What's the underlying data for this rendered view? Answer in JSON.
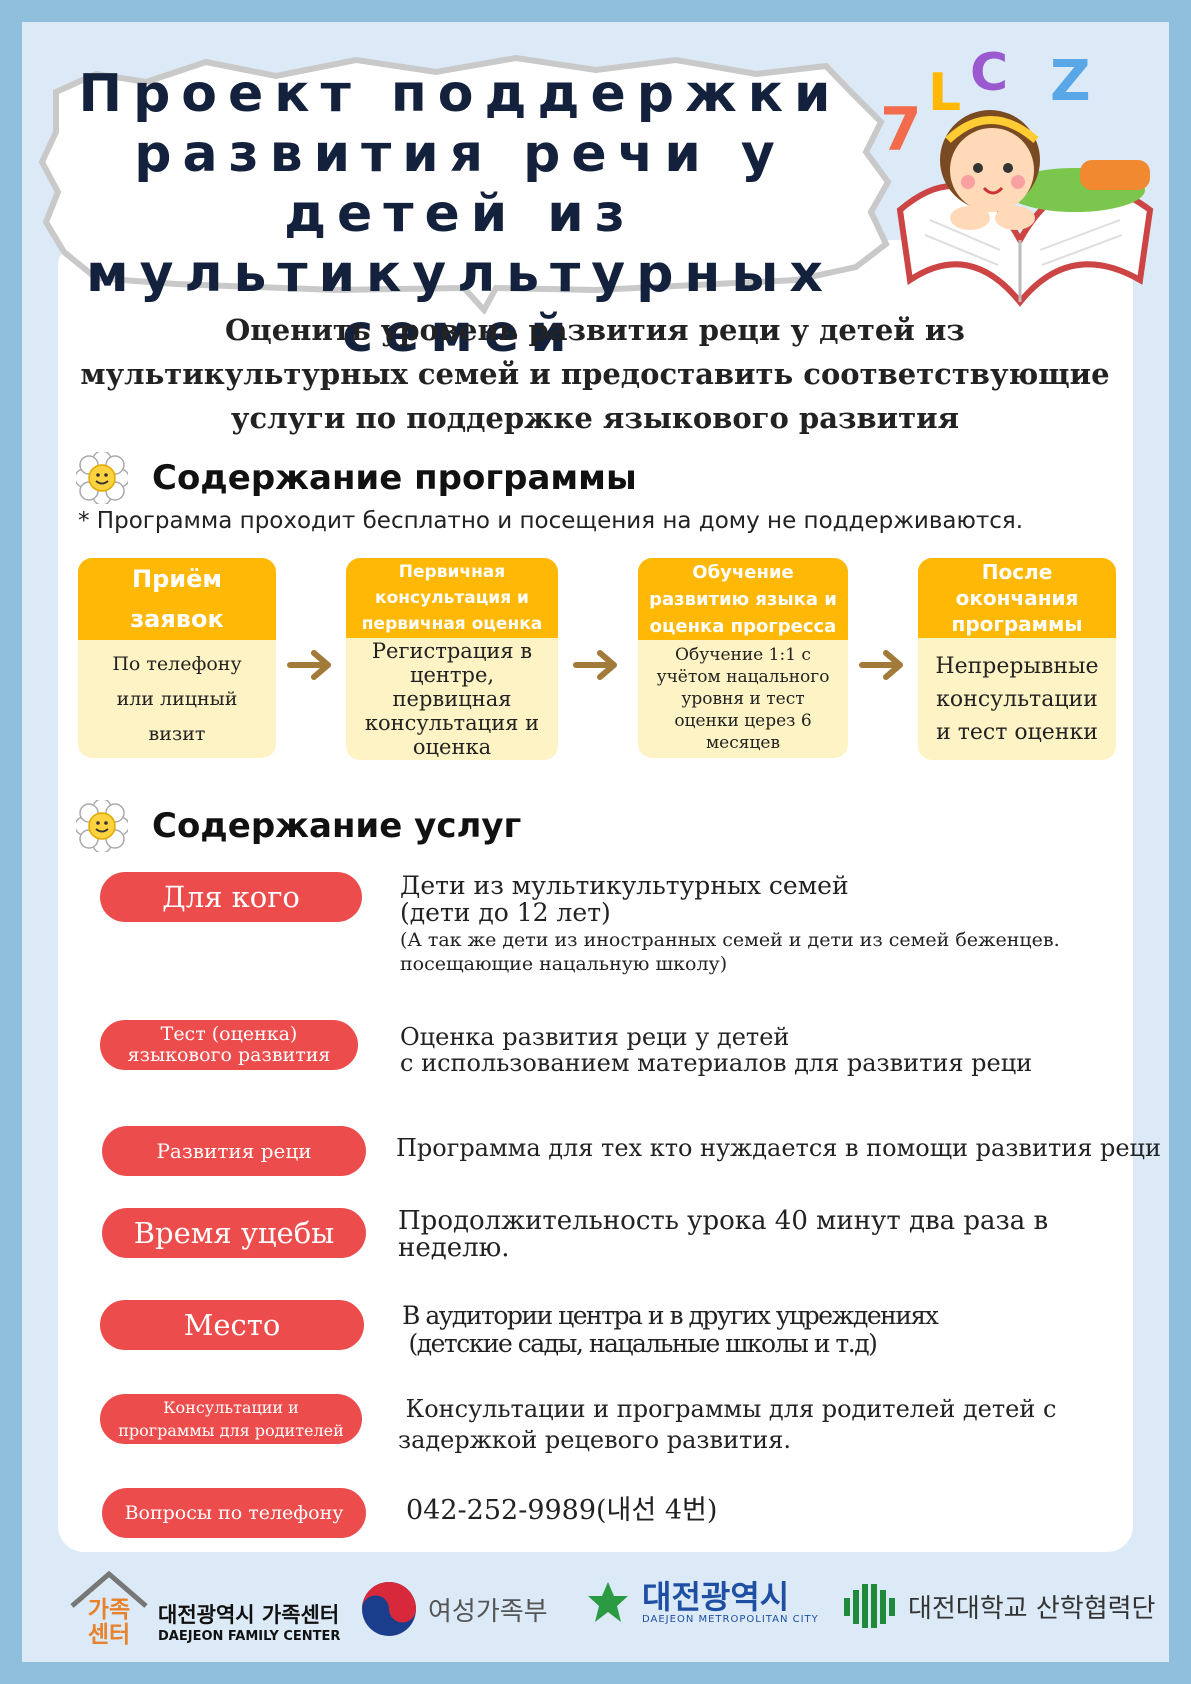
{
  "title": "Проект поддержки развития речи у детей из мультикультурных семей",
  "intro": "Оценить уровень развития реци у детей из мультикультурных семей и предоставить соответствующие услуги по поддержке языкового развития",
  "program": {
    "heading": "Содержание программы",
    "note": "* Программа проходит бесплатно и посещения на дому не поддерживаются.",
    "steps": [
      {
        "title": "Приём заявок",
        "body": "По телефону или лицный визит"
      },
      {
        "title": "Первичная консультация и первичная оценка",
        "body": "Регистрация в центре, первицная консультация и оценка"
      },
      {
        "title": "Обучение развитию языка и оценка прогресса",
        "body": "Обучение 1:1 с учётом нацального уровня и тест оценки церез 6 месяцев"
      },
      {
        "title": "После окончания программы",
        "body": "Непрерывные консультации и тест оценки"
      }
    ]
  },
  "services": {
    "heading": "Содержание услуг",
    "rows": [
      {
        "label": "Для кого",
        "text": "Дети из мультикультурных семей",
        "text2": "(дети до 12 лет)",
        "note": "(А так же дети из иностранных семей и дети из семей беженцев. посещающие нацальную школу)"
      },
      {
        "label": "Тест (оценка) языкового развития",
        "text": "Оценка  развития реци у детей",
        "text2": "с использованием материалов для развития реци"
      },
      {
        "label": "Развития реци",
        "text": "Программа для тех кто нуждается в помощи развития реци"
      },
      {
        "label": "Время уцебы",
        "text": "Продолжительность урока 40 минут два раза в неделю."
      },
      {
        "label": "Место",
        "text": "В аудитории центра и в других уцреждениях",
        "text2": " (детские сады, нацальные школы и т.д)"
      },
      {
        "label": "Консультации и программы для родителей",
        "text": " Консультации и программы для родителей детей с задержкой рецевого развития."
      },
      {
        "label": "Вопросы по телефону",
        "text": "042-252-9989(내선 4번)"
      }
    ]
  },
  "footer": {
    "family_center_logo": "가족 센터",
    "family_center": "대전광역시 가족센터",
    "family_center_en": "DAEJEON FAMILY CENTER",
    "ministry": "여성가족부",
    "city": "대전광역시",
    "city_en": "DAEJEON METROPOLITAN CITY",
    "university": "대전대학교 산학협력단"
  },
  "colors": {
    "accent_red": "#ec4c4c",
    "accent_yellow": "#ffb806",
    "step_bg": "#fdf3c4",
    "frame": "#8fbfdd"
  }
}
